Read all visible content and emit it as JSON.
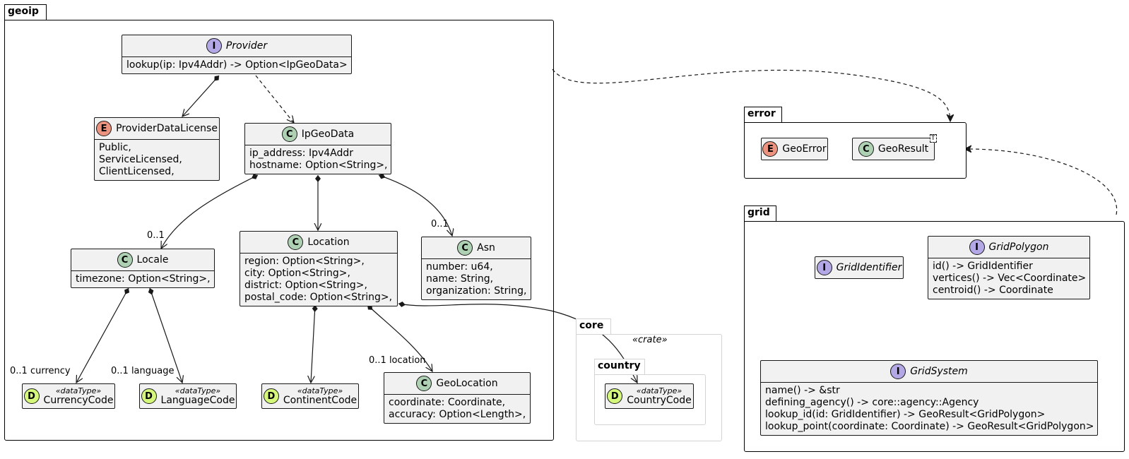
{
  "packages": {
    "geoip": "geoip",
    "error": "error",
    "grid": "grid",
    "core": "core",
    "core_stereotype": "«crate»",
    "country": "country"
  },
  "classes": {
    "provider": {
      "name": "Provider",
      "badge": "I",
      "members": [
        "lookup(ip: Ipv4Addr) -> Option<IpGeoData>"
      ]
    },
    "provider_data_license": {
      "name": "ProviderDataLicense",
      "badge": "E",
      "members": [
        "Public,",
        "ServiceLicensed,",
        "ClientLicensed,"
      ]
    },
    "ip_geo_data": {
      "name": "IpGeoData",
      "badge": "C",
      "members": [
        "ip_address: Ipv4Addr",
        "hostname: Option<String>,"
      ]
    },
    "locale": {
      "name": "Locale",
      "badge": "C",
      "members": [
        "timezone: Option<String>,"
      ]
    },
    "location": {
      "name": "Location",
      "badge": "C",
      "members": [
        "region: Option<String>,",
        "city: Option<String>,",
        "district: Option<String>,",
        "postal_code: Option<String>,"
      ]
    },
    "asn": {
      "name": "Asn",
      "badge": "C",
      "members": [
        "number: u64,",
        "name: String,",
        "organization: String,"
      ]
    },
    "currency_code": {
      "name": "CurrencyCode",
      "badge": "D",
      "stereotype": "«dataType»"
    },
    "language_code": {
      "name": "LanguageCode",
      "badge": "D",
      "stereotype": "«dataType»"
    },
    "continent_code": {
      "name": "ContinentCode",
      "badge": "D",
      "stereotype": "«dataType»"
    },
    "geo_location": {
      "name": "GeoLocation",
      "badge": "C",
      "members": [
        "coordinate: Coordinate,",
        "accuracy: Option<Length>,"
      ]
    },
    "country_code": {
      "name": "CountryCode",
      "badge": "D",
      "stereotype": "«dataType»"
    },
    "geo_error": {
      "name": "GeoError",
      "badge": "E"
    },
    "geo_result": {
      "name": "GeoResult",
      "badge": "C",
      "type_param": "T"
    },
    "grid_identifier": {
      "name": "GridIdentifier",
      "badge": "I"
    },
    "grid_polygon": {
      "name": "GridPolygon",
      "badge": "I",
      "members": [
        "id() -> GridIdentifier",
        "vertices() -> Vec<Coordinate>",
        "centroid() -> Coordinate"
      ]
    },
    "grid_system": {
      "name": "GridSystem",
      "badge": "I",
      "members": [
        "name() -> &str",
        "defining_agency() -> core::agency::Agency",
        "lookup_id(id: GridIdentifier) -> GeoResult<GridPolygon>",
        "lookup_point(coordinate: Coordinate) -> GeoResult<GridPolygon>"
      ]
    }
  },
  "multiplicities": {
    "locale": "0..1",
    "asn": "0..1",
    "currency": "0..1 currency",
    "language": "0..1 language",
    "location": "0..1 location"
  },
  "colors": {
    "interface_badge": "#b4a7e5",
    "class_badge": "#add1b2",
    "enum_badge": "#eb937f",
    "datatype_badge": "#d5f87a",
    "class_fill": "#f1f1f1",
    "line": "#181818"
  }
}
